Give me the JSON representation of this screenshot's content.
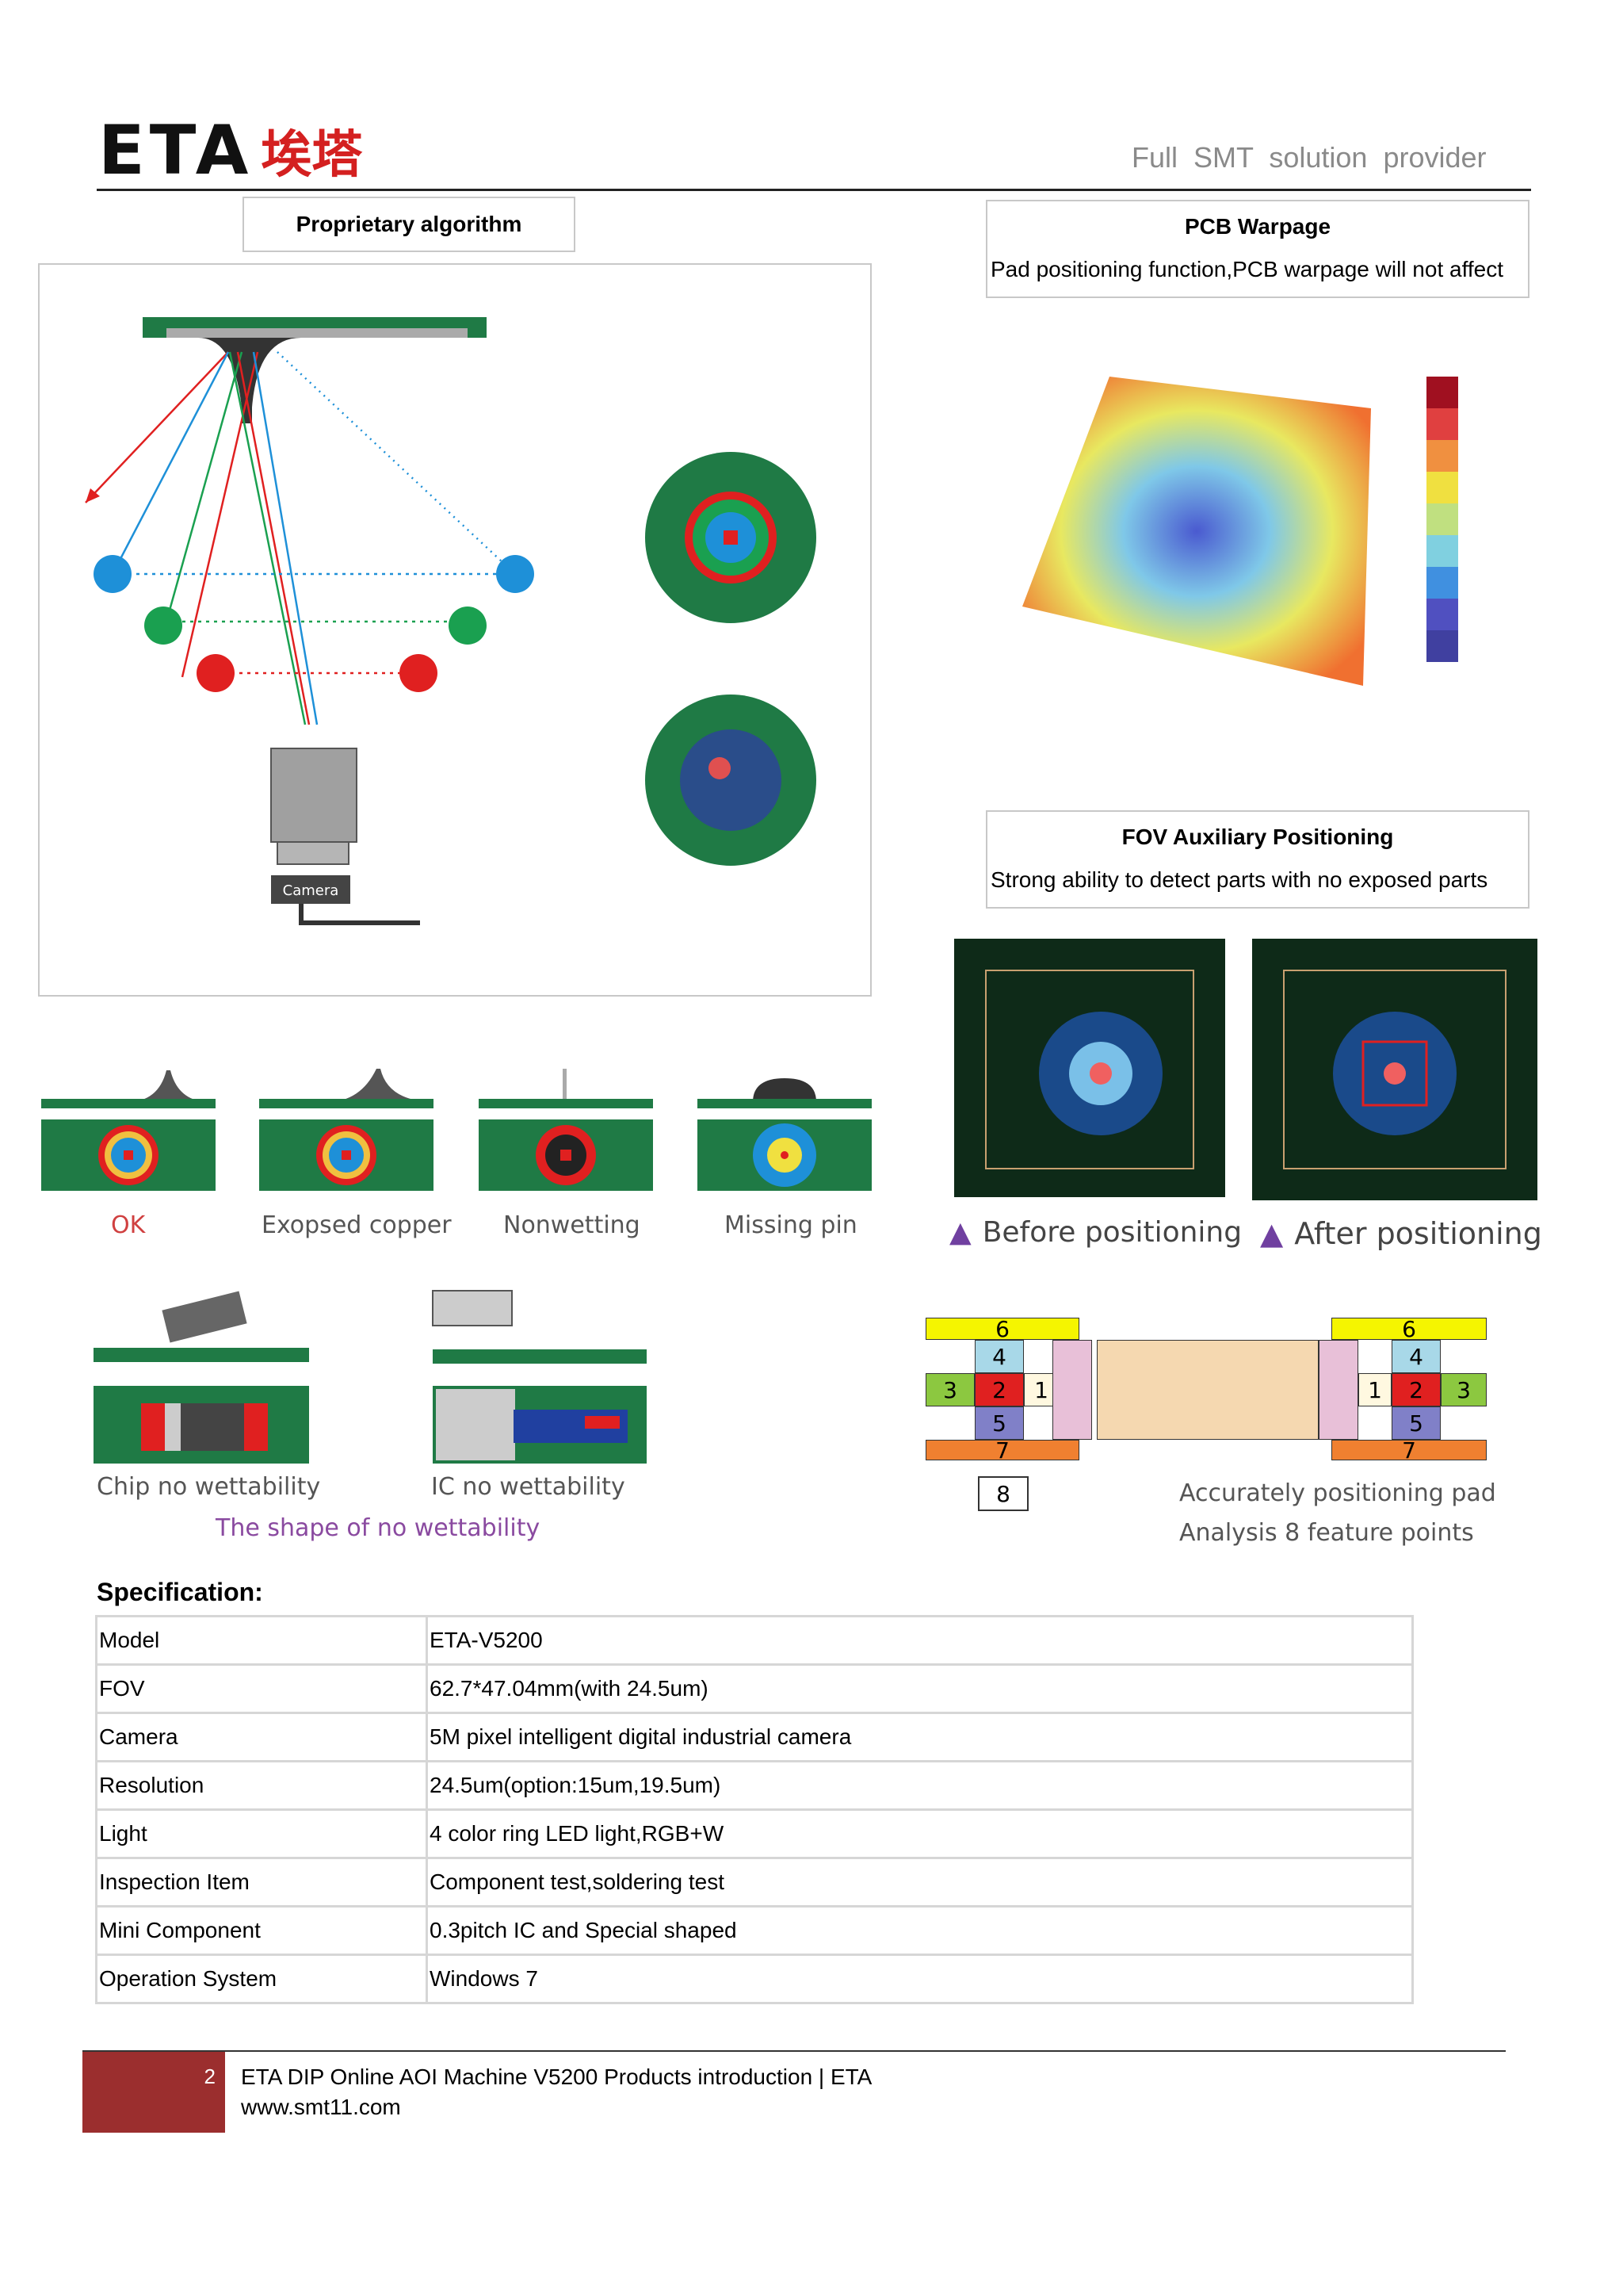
{
  "header": {
    "logo_latin": "ETA",
    "logo_cjk": "埃塔",
    "tagline": "Full  SMT  solution  provider"
  },
  "algorithm": {
    "title": "Proprietary algorithm",
    "camera_label": "Camera"
  },
  "pcb_warpage": {
    "title": "PCB Warpage",
    "desc": "Pad positioning function,PCB warpage will not affect"
  },
  "fov": {
    "title": "FOV Auxiliary Positioning",
    "desc": "Strong ability to detect parts with no exposed parts",
    "before": "Before positioning",
    "after": "After positioning"
  },
  "solder_cases": [
    "OK",
    "Exopsed copper",
    "Nonwetting",
    "Missing pin"
  ],
  "wettability": {
    "chip": "Chip no wettability",
    "ic": "IC no wettability",
    "shape": "The shape of no wettability"
  },
  "pad": {
    "left_cells": [
      "6",
      "4",
      "3",
      "2",
      "1",
      "5",
      "7"
    ],
    "right_cells": [
      "6",
      "4",
      "1",
      "2",
      "3",
      "5",
      "7"
    ],
    "eight": "8",
    "caption1": "Accurately positioning pad",
    "caption2": "Analysis 8 feature points"
  },
  "spec": {
    "heading": "Specification:",
    "rows": [
      {
        "k": "Model",
        "v": "ETA-V5200"
      },
      {
        "k": "FOV",
        "v": "62.7*47.04mm(with 24.5um)"
      },
      {
        "k": "Camera",
        "v": "5M pixel intelligent digital industrial camera"
      },
      {
        "k": "Resolution",
        "v": "24.5um(option:15um,19.5um)"
      },
      {
        "k": "Light",
        "v": "4 color ring LED light,RGB+W"
      },
      {
        "k": "Inspection Item",
        "v": "Component test,soldering test"
      },
      {
        "k": "Mini Component",
        "v": "0.3pitch IC and Special shaped"
      },
      {
        "k": "Operation System",
        "v": "Windows 7"
      }
    ]
  },
  "footer": {
    "page": "2",
    "line1": "ETA DIP Online AOI Machine V5200 Products introduction | ETA",
    "line2": "www.smt11.com"
  },
  "colors": {
    "pcb_green": "#1f7a45",
    "dark_green": "#16643a",
    "footer_red": "#9b2e2e",
    "ring_red": "#e02020",
    "ring_blue": "#1e90d8"
  }
}
